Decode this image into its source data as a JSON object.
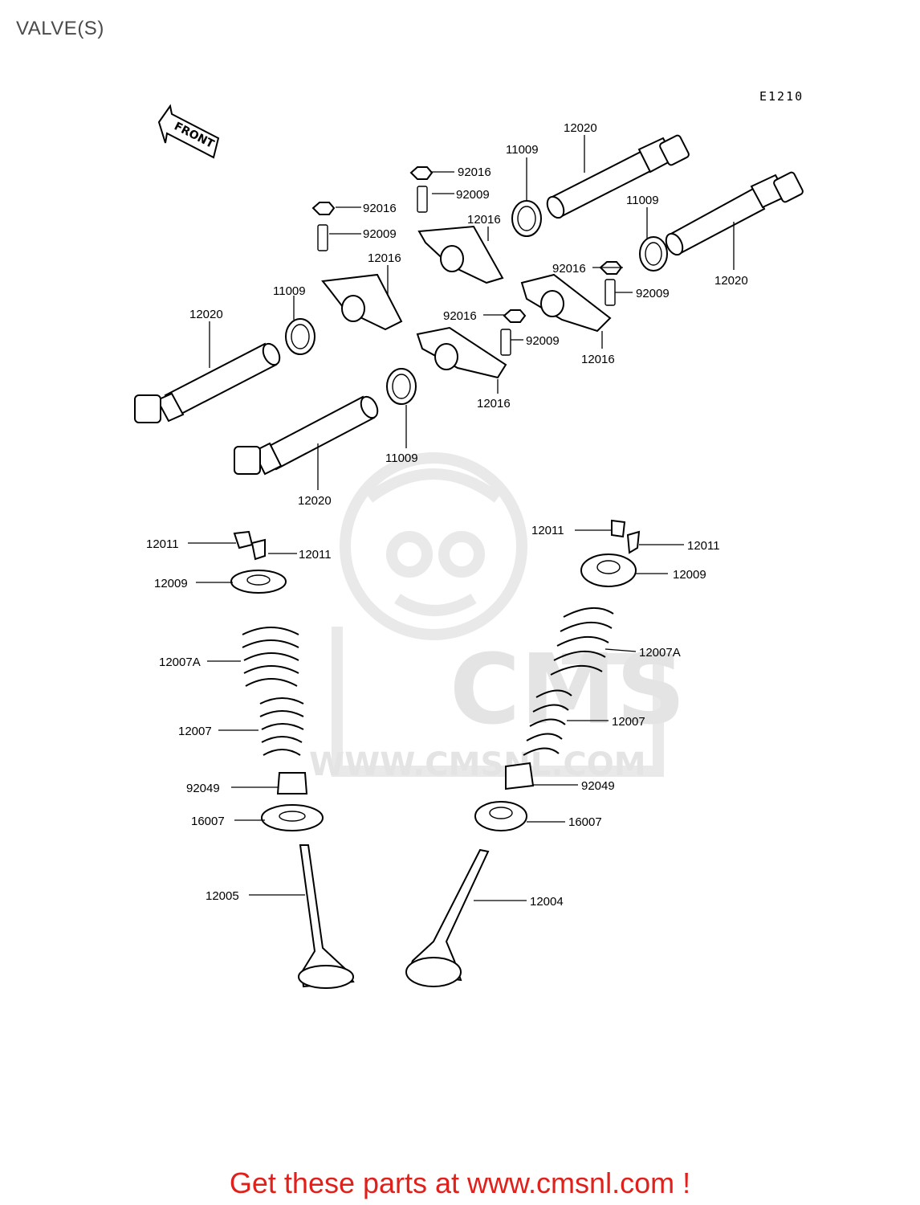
{
  "page": {
    "title": "VALVE(S)",
    "footer_text": "Get these parts at www.cmsnl.com !"
  },
  "diagram": {
    "reference_code": "E1210",
    "front_arrow_label": "FRONT",
    "watermark": {
      "brand": "CMS",
      "url": "WWW.CMSNL.COM"
    },
    "labels": [
      "12020",
      "11009",
      "92016",
      "92009",
      "12016",
      "11009",
      "12020",
      "92016",
      "92009",
      "12016",
      "92016",
      "92009",
      "12016",
      "11009",
      "12020",
      "92016",
      "92009",
      "12016",
      "11009",
      "12020",
      "12011",
      "12011",
      "12009",
      "12007A",
      "12007",
      "92049",
      "16007",
      "12005",
      "12011",
      "12011",
      "12009",
      "12007A",
      "12007",
      "92049",
      "16007",
      "12004"
    ]
  },
  "colors": {
    "footer_text": "#e0201b",
    "title_text": "#4a4a4a",
    "watermark": "#e6e6e6"
  }
}
